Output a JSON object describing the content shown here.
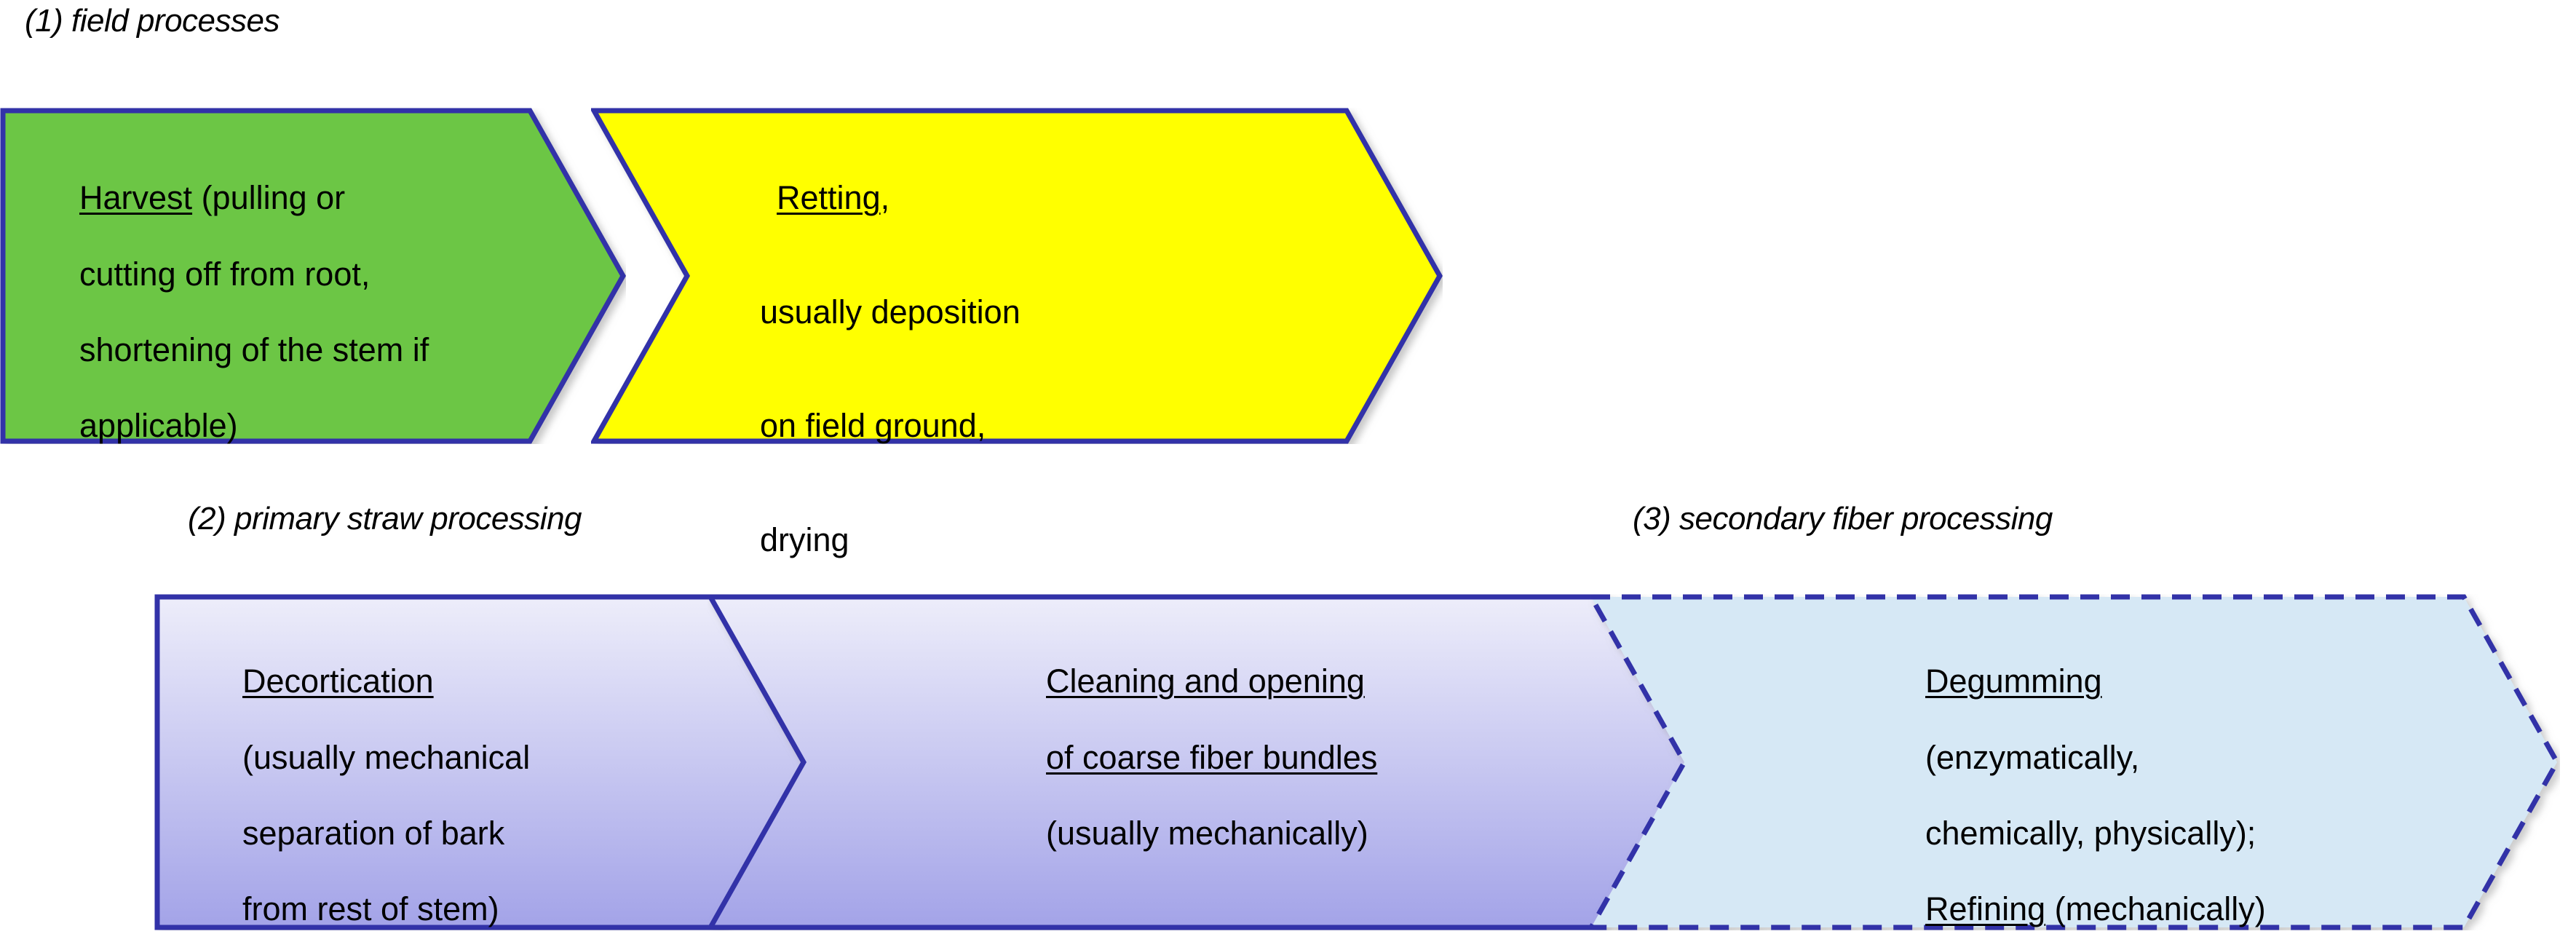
{
  "diagram": {
    "title": "Bast fiber processing chain",
    "background_color": "#ffffff",
    "stages": [
      {
        "id": "stage-1",
        "label": "(1) field processes"
      },
      {
        "id": "stage-2",
        "label": "(2) primary straw processing"
      },
      {
        "id": "stage-3",
        "label": "(3) secondary fiber processing"
      }
    ],
    "steps": [
      {
        "id": "harvest",
        "stage": "(1) field processes",
        "keyword": "Harvest",
        "keyword_underlined": true,
        "detail": " (pulling or cutting off from root, shortening of the stem if applicable)",
        "text_lines": [
          "Harvest (pulling or",
          "cutting off from root,",
          "shortening of the stem if",
          "applicable)"
        ],
        "fill_color": "#6CC644",
        "border_color": "#3333A8",
        "border_style": "solid",
        "shape": "chevron-arrow"
      },
      {
        "id": "retting",
        "stage": "(1) field processes",
        "keyword": "Retting",
        "keyword_underlined": true,
        "detail": ", usually deposition on field ground, drying",
        "text_lines": [
          "Retting,",
          "usually deposition",
          "on field ground,",
          "drying"
        ],
        "fill_color": "#FFFF00",
        "border_color": "#3333A8",
        "border_style": "solid",
        "shape": "chevron-arrow"
      },
      {
        "id": "decortication",
        "stage": "(2) primary straw processing",
        "keyword": "Decortication",
        "keyword_underlined": true,
        "detail": " (usually mechanical separation of bark from rest of stem)",
        "text_lines": [
          "Decortication",
          "(usually mechanical",
          "separation of bark",
          "from rest of stem)"
        ],
        "fill_color_top": "#E6E6F7",
        "fill_color_bottom": "#A3A3E8",
        "border_color": "#3333A8",
        "border_style": "solid",
        "shape": "chevron-arrow"
      },
      {
        "id": "cleaning-opening",
        "stage": "(2) primary straw processing",
        "keyword": "Cleaning and opening of coarse fiber bundles",
        "keyword_underlined": true,
        "detail": " (usually mechanically)",
        "text_lines": [
          "Cleaning and opening",
          "of coarse fiber bundles",
          "(usually mechanically)"
        ],
        "fill_color_top": "#E6E6F7",
        "fill_color_bottom": "#A3A3E8",
        "border_color": "#3333A8",
        "border_style": "solid",
        "shape": "chevron-arrow"
      },
      {
        "id": "degumming-refining",
        "stage": "(3) secondary fiber processing",
        "keyword": "Degumming",
        "keyword_underlined": true,
        "detail": " (enzymatically, chemically, physically); Refining (mechanically)",
        "keyword_2": "Refining",
        "text_lines": [
          "Degumming",
          "(enzymatically,",
          "chemically, physically);",
          "Refining (mechanically)"
        ],
        "fill_color": "#D6E8F5",
        "border_color": "#3333A8",
        "border_style": "dashed",
        "shape": "chevron-arrow"
      }
    ]
  },
  "text": {
    "harvest": {
      "kw": "Harvest",
      "rest_line1": " (pulling or",
      "line2": "cutting off from root,",
      "line3": "shortening of the stem if",
      "line4": "applicable)"
    },
    "retting": {
      "kw": "Retting",
      "rest_line1": ",",
      "line2": "usually deposition",
      "line3": "on field ground,",
      "line4": "drying"
    },
    "decortication": {
      "kw": "Decortication",
      "line2": "(usually mechanical",
      "line3": "separation of bark",
      "line4": "from rest of stem)"
    },
    "cleaning": {
      "kw_line1": "Cleaning and opening",
      "kw_line2": "of coarse fiber bundles",
      "line3": "(usually mechanically)"
    },
    "degumming": {
      "kw": "Degumming",
      "line2": "(enzymatically,",
      "line3": "chemically, physically);",
      "kw2": "Refining",
      "rest_line4": " (mechanically)"
    }
  },
  "colors": {
    "green": "#6CC644",
    "yellow": "#FFFF00",
    "purple_light": "#E6E6F7",
    "purple_dark": "#A3A3E8",
    "blue_light": "#D6E8F5",
    "border_blue": "#3333A8"
  }
}
